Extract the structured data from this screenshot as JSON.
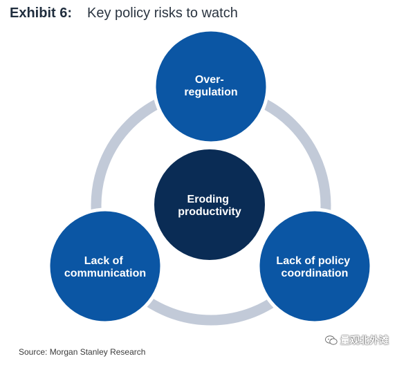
{
  "header": {
    "exhibit_label": "Exhibit 6:",
    "title": "Key policy risks to watch"
  },
  "diagram": {
    "center": [
      "Eroding",
      "productivity"
    ],
    "nodes": [
      {
        "id": "over-regulation",
        "lines": [
          "Over-",
          "regulation"
        ]
      },
      {
        "id": "lack-of-communication",
        "lines": [
          "Lack of",
          "communication"
        ]
      },
      {
        "id": "lack-of-policy-coordination",
        "lines": [
          "Lack of policy",
          "coordination"
        ]
      }
    ],
    "colors": {
      "node": "#0b56a4",
      "node_border": "#ffffff",
      "center": "#0a2c55",
      "ring": "#c2cad8"
    }
  },
  "footer": {
    "source": "Source: Morgan Stanley Research"
  },
  "watermark": {
    "icon": "wechat-icon",
    "text": "量观北外滩"
  }
}
